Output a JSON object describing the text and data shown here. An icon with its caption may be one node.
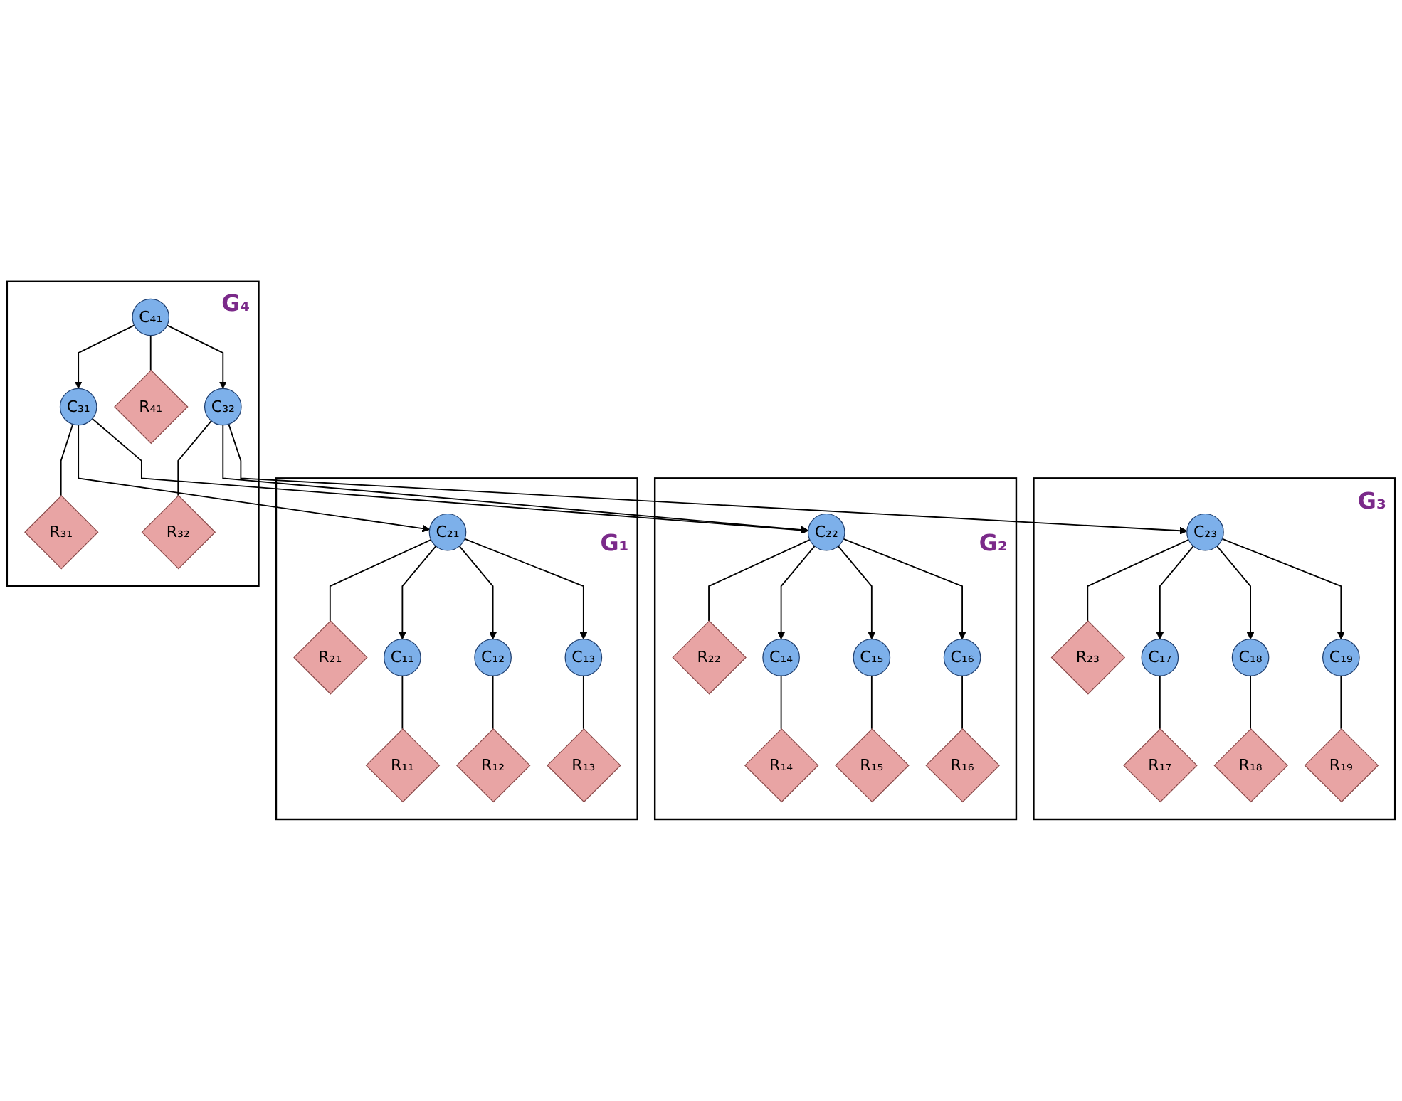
{
  "diagram": {
    "nodes": [
      {
        "text": [
          "G₄"
        ]
      },
      {
        "text": [
          "C₄₁"
        ],
        "in": 0
      },
      {
        "text": [
          "R₄₁"
        ],
        "in": 0
      },
      {
        "text": [
          "C₃₁"
        ],
        "in": 0
      },
      {
        "text": [
          "R₃₁"
        ],
        "in": 0
      },
      {
        "text": [
          "C₃₂"
        ],
        "in": 0
      },
      {
        "text": [
          "R₃₂"
        ],
        "in": 0
      },
      {
        "text": [
          "G₁"
        ]
      },
      {
        "text": [
          "C₂₁"
        ],
        "in": 7
      },
      {
        "text": [
          "R₂₁"
        ],
        "in": 7
      },
      {
        "text": [
          "C₁₁"
        ],
        "in": 7
      },
      {
        "text": [
          "C₁₂"
        ],
        "in": 7
      },
      {
        "text": [
          "C₁₃"
        ],
        "in": 7
      },
      {
        "text": [
          "R₁₁"
        ],
        "in": 7
      },
      {
        "text": [
          "R₁₂"
        ],
        "in": 7
      },
      {
        "text": [
          "R₁₃"
        ],
        "in": 7
      },
      {
        "text": [
          "G₂"
        ]
      },
      {
        "text": [
          "C₂₂"
        ],
        "in": 16
      },
      {
        "text": [
          "R₂₂"
        ],
        "in": 16
      },
      {
        "text": [
          "C₁₄"
        ],
        "in": 16
      },
      {
        "text": [
          "C₁₅"
        ],
        "in": 16
      },
      {
        "text": [
          "C₁₆"
        ],
        "in": 16
      },
      {
        "text": [
          "R₁₄"
        ],
        "in": 16
      },
      {
        "text": [
          "R₁₅"
        ],
        "in": 16
      },
      {
        "text": [
          "R₁₆"
        ],
        "in": 16
      },
      {
        "text": [
          "G₃"
        ]
      },
      {
        "text": [
          "C₂₃"
        ],
        "in": 25
      },
      {
        "text": [
          "R₂₃"
        ],
        "in": 25
      },
      {
        "text": [
          "C₁₇"
        ],
        "in": 25
      },
      {
        "text": [
          "C₁₈"
        ],
        "in": 25
      },
      {
        "text": [
          "C₁₉"
        ],
        "in": 25
      },
      {
        "text": [
          "R₁₇"
        ],
        "in": 25
      },
      {
        "text": [
          "R₁₈"
        ],
        "in": 25
      },
      {
        "text": [
          "R₁₉"
        ],
        "in": 25
      }
    ],
    "edges": [
      {
        "from": 1,
        "to": 3,
        "arrow": "to"
      },
      {
        "from": 1,
        "to": 2,
        "arrow": "none"
      },
      {
        "from": 1,
        "to": 5,
        "arrow": "to"
      },
      {
        "from": 3,
        "to": 4,
        "arrow": "none"
      },
      {
        "from": 5,
        "to": 6,
        "arrow": "none"
      },
      {
        "from": 3,
        "to": 8,
        "arrow": "to"
      },
      {
        "from": 3,
        "to": 17,
        "arrow": "to"
      },
      {
        "from": 5,
        "to": 17,
        "arrow": "to"
      },
      {
        "from": 5,
        "to": 26,
        "arrow": "to"
      },
      {
        "from": 8,
        "to": 9,
        "arrow": "none"
      },
      {
        "from": 8,
        "to": 10,
        "arrow": "to"
      },
      {
        "from": 8,
        "to": 11,
        "arrow": "to"
      },
      {
        "from": 8,
        "to": 12,
        "arrow": "to"
      },
      {
        "from": 10,
        "to": 13,
        "arrow": "none"
      },
      {
        "from": 11,
        "to": 14,
        "arrow": "none"
      },
      {
        "from": 12,
        "to": 15,
        "arrow": "none"
      },
      {
        "from": 17,
        "to": 18,
        "arrow": "none"
      },
      {
        "from": 17,
        "to": 19,
        "arrow": "to"
      },
      {
        "from": 17,
        "to": 20,
        "arrow": "to"
      },
      {
        "from": 17,
        "to": 21,
        "arrow": "to"
      },
      {
        "from": 19,
        "to": 22,
        "arrow": "none"
      },
      {
        "from": 20,
        "to": 23,
        "arrow": "none"
      },
      {
        "from": 21,
        "to": 24,
        "arrow": "none"
      },
      {
        "from": 26,
        "to": 27,
        "arrow": "none"
      },
      {
        "from": 26,
        "to": 28,
        "arrow": "to"
      },
      {
        "from": 26,
        "to": 29,
        "arrow": "to"
      },
      {
        "from": 26,
        "to": 30,
        "arrow": "to"
      },
      {
        "from": 28,
        "to": 31,
        "arrow": "none"
      },
      {
        "from": 29,
        "to": 32,
        "arrow": "none"
      },
      {
        "from": 30,
        "to": 33,
        "arrow": "none"
      }
    ]
  }
}
